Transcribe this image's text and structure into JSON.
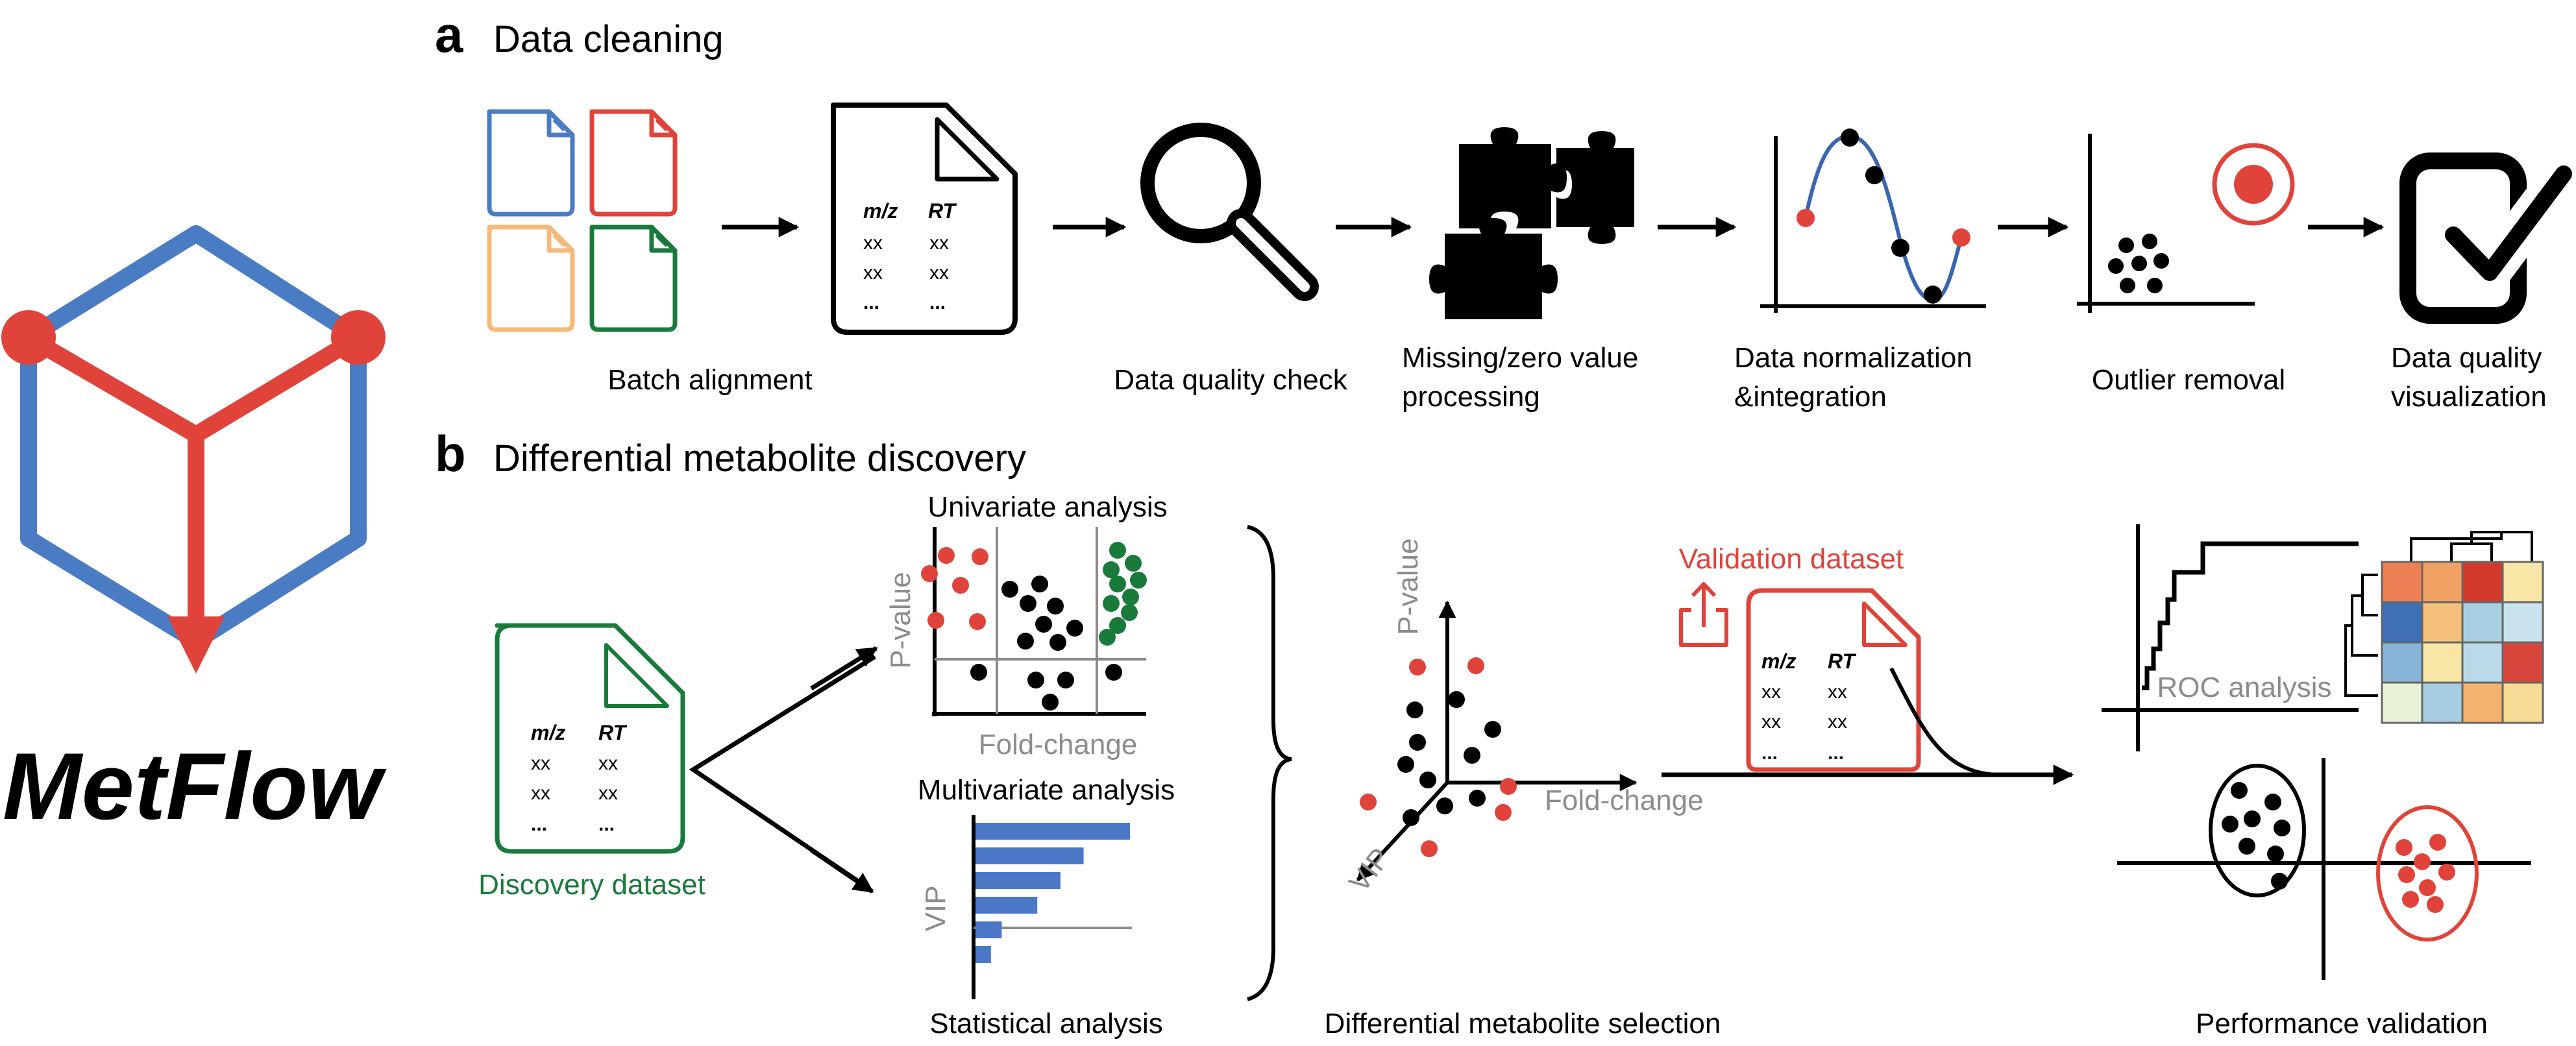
{
  "logo": {
    "text": "MetFlow",
    "colors": {
      "blue": "#4a7cc4",
      "red": "#e0433a"
    }
  },
  "colors": {
    "blue": "#4a7cc4",
    "red": "#e0433a",
    "orange": "#f5b97a",
    "green": "#1a7a3c",
    "gray": "#8c8c8c",
    "bar_blue": "#4a78c6",
    "curve_blue": "#3a66b0"
  },
  "section_a": {
    "letter": "a",
    "title": "Data cleaning",
    "steps": [
      {
        "label_lines": [
          "Batch alignment"
        ],
        "icon": "files-icon"
      },
      {
        "label_lines": [
          "Data quality check"
        ],
        "icon": "magnifier-icon"
      },
      {
        "label_lines": [
          "Missing/zero value",
          "processing"
        ],
        "icon": "puzzle-icon"
      },
      {
        "label_lines": [
          "Data normalization",
          "&integration"
        ],
        "icon": "sine-curve-icon"
      },
      {
        "label_lines": [
          "Outlier removal"
        ],
        "icon": "outlier-icon"
      },
      {
        "label_lines": [
          "Data quality",
          "visualization"
        ],
        "icon": "checkbox-icon"
      }
    ],
    "table": {
      "headers": [
        "m/z",
        "RT"
      ],
      "rows": [
        [
          "xx",
          "xx"
        ],
        [
          "xx",
          "xx"
        ],
        [
          "...",
          "..."
        ]
      ]
    }
  },
  "section_b": {
    "letter": "b",
    "title": "Differential metabolite discovery",
    "discovery_label": "Discovery dataset",
    "discovery_table": {
      "headers": [
        "m/z",
        "RT"
      ],
      "rows": [
        [
          "xx",
          "xx"
        ],
        [
          "xx",
          "xx"
        ],
        [
          "...",
          "..."
        ]
      ]
    },
    "univariate": {
      "title": "Univariate analysis",
      "ylabel": "P-value",
      "xlabel": "Fold-change"
    },
    "multivariate": {
      "title": "Multivariate analysis",
      "ylabel": "VIP",
      "bars": [
        100,
        70,
        55,
        40,
        17,
        10
      ]
    },
    "statistical_label": "Statistical analysis",
    "selection": {
      "label": "Differential metabolite selection",
      "axis_p": "P-value",
      "axis_fc": "Fold-change",
      "axis_vip": "VIP"
    },
    "validation": {
      "label": "Validation dataset",
      "table": {
        "headers": [
          "m/z",
          "RT"
        ],
        "rows": [
          [
            "xx",
            "xx"
          ],
          [
            "xx",
            "xx"
          ],
          [
            "...",
            "..."
          ]
        ]
      }
    },
    "roc_label": "ROC analysis",
    "heatmap_colors": [
      [
        "#ee8055",
        "#f2a165",
        "#d43a2c",
        "#f7e6a6"
      ],
      [
        "#3f6fb5",
        "#f4c07c",
        "#a9cfe2",
        "#c9e3ee"
      ],
      [
        "#87b4d8",
        "#f7e6a6",
        "#bcd9e9",
        "#d8453a"
      ],
      [
        "#e9f2d6",
        "#a6cde1",
        "#f3b26f",
        "#f7dc96"
      ]
    ],
    "performance_label": "Performance validation"
  }
}
